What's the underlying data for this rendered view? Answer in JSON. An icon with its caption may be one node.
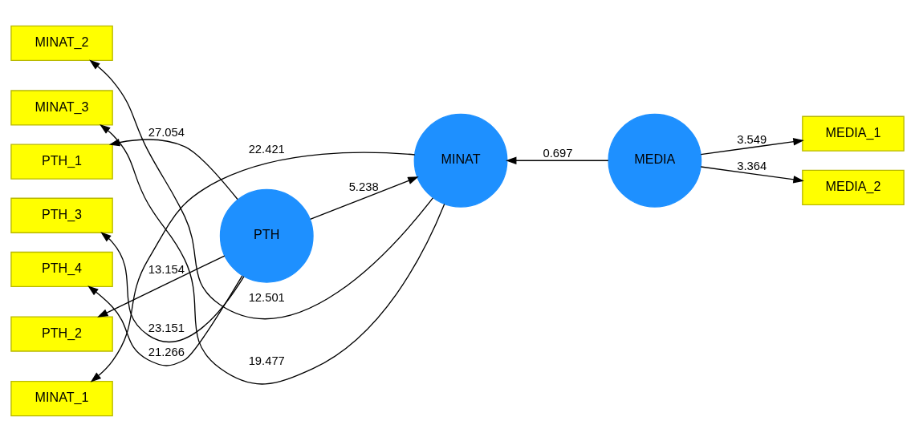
{
  "diagram": {
    "nodes": [
      {
        "text": [
          "PTH_1"
        ]
      },
      {
        "text": [
          "PTH_2"
        ]
      },
      {
        "text": [
          "PTH_3"
        ]
      },
      {
        "text": [
          "PTH_4"
        ]
      },
      {
        "text": [
          "PTH"
        ]
      },
      {
        "text": [
          "MEDIA"
        ]
      },
      {
        "text": [
          "MEDIA_1"
        ]
      },
      {
        "text": [
          "MEDIA_2"
        ]
      },
      {
        "text": [
          "MINAT_1"
        ]
      },
      {
        "text": [
          "MINAT_2"
        ]
      },
      {
        "text": [
          "MINAT_3"
        ]
      },
      {
        "text": [
          "MINAT"
        ]
      }
    ],
    "edges": [
      {
        "from": 4,
        "to": 0,
        "arrow": "to",
        "label": "27.054"
      },
      {
        "from": 4,
        "to": 1,
        "arrow": "to",
        "label": "13.154"
      },
      {
        "from": 4,
        "to": 2,
        "arrow": "to",
        "label": "23.151"
      },
      {
        "from": 4,
        "to": 3,
        "arrow": "to",
        "label": "21.266"
      },
      {
        "from": 5,
        "to": 6,
        "arrow": "to",
        "label": "3.549"
      },
      {
        "from": 5,
        "to": 7,
        "arrow": "to",
        "label": "3.364"
      },
      {
        "from": 4,
        "to": 11,
        "arrow": "to",
        "label": "5.238"
      },
      {
        "from": 5,
        "to": 11,
        "arrow": "to",
        "label": "0.697"
      },
      {
        "from": 11,
        "to": 8,
        "arrow": "to",
        "label": "22.421"
      },
      {
        "from": 11,
        "to": 9,
        "arrow": "to",
        "label": "12.501"
      },
      {
        "from": 11,
        "to": 10,
        "arrow": "to",
        "label": "19.477"
      }
    ]
  }
}
